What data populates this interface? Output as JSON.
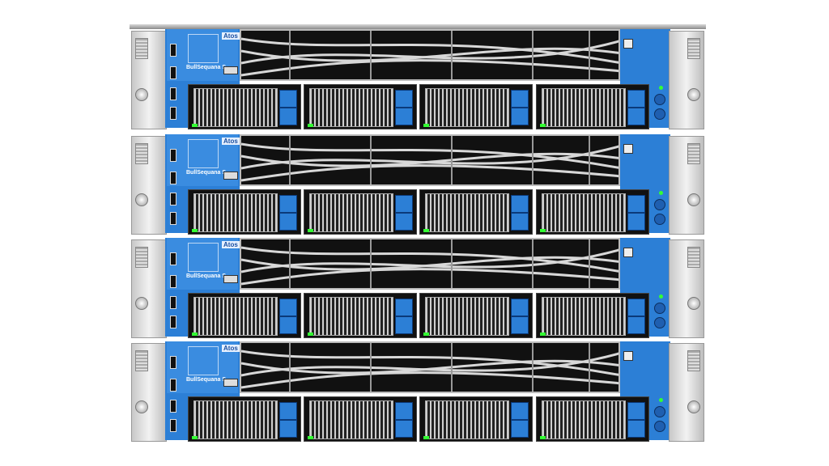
{
  "product": {
    "brand_logo": "Atos",
    "model_label": "BullSequana S",
    "unit_count": 4,
    "drive_bays_per_unit": 4
  },
  "colors": {
    "accent_blue": "#2c7fd6",
    "status_led": "#33ff33"
  }
}
